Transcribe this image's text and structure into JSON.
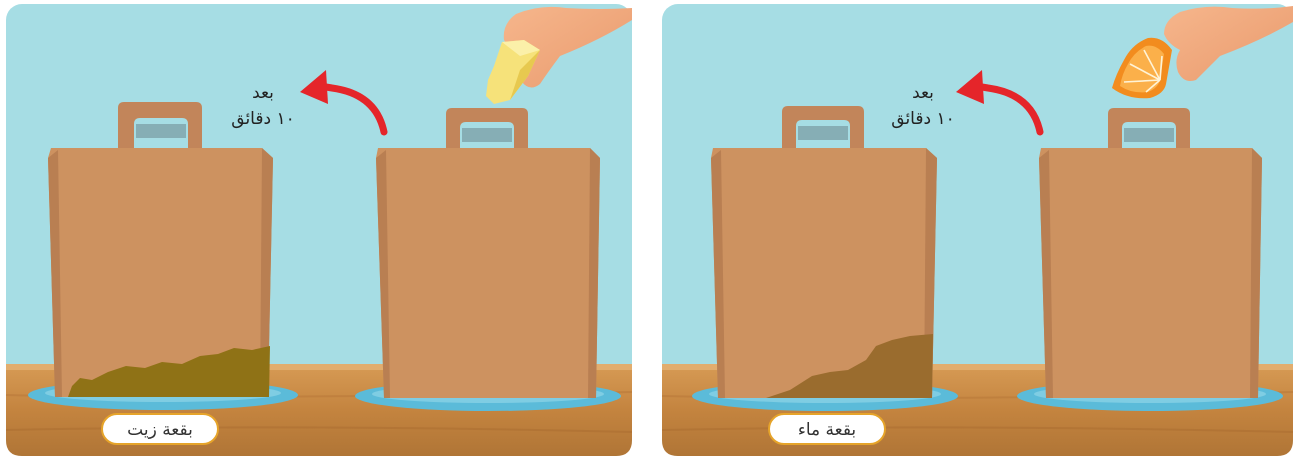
{
  "panels": [
    {
      "id": "oil",
      "caption_line1": "بعد",
      "caption_line2": "١٠ دقائق",
      "label": "بقعة زيت",
      "dropped_item": "butter-piece",
      "stain_color": "#8f7216"
    },
    {
      "id": "water",
      "caption_line1": "بعد",
      "caption_line2": "١٠ دقائق",
      "label": "بقعة ماء",
      "dropped_item": "orange-slice",
      "stain_color": "#9a6c2e"
    }
  ],
  "colors": {
    "sky": "#a6dde4",
    "table": "#c98a45",
    "bag": "#cd9260",
    "plate": "#5bbbd9",
    "arrow": "#e5252a",
    "label_border": "#e6a42a"
  }
}
